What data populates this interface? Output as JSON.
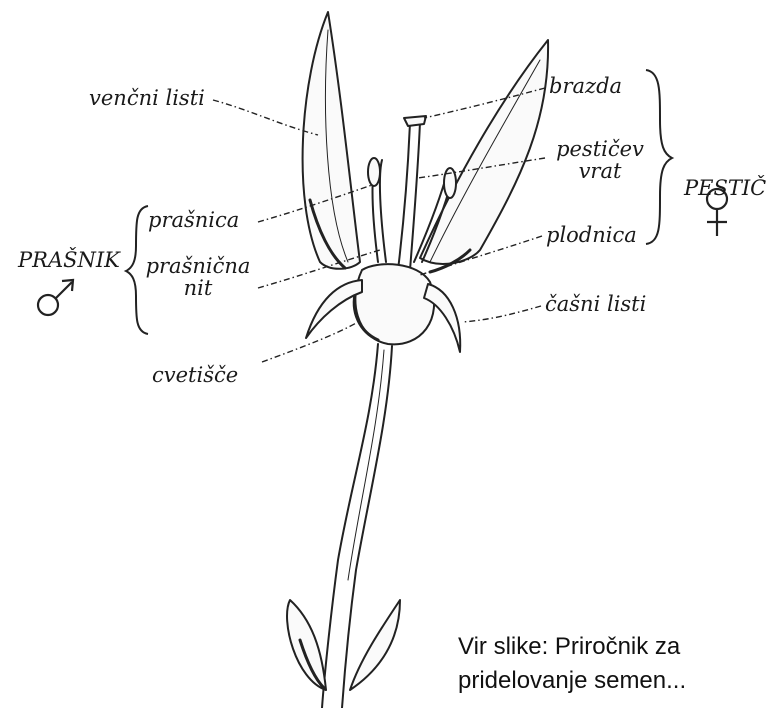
{
  "labels": {
    "petals": "venčni listi",
    "stigma": "brazda",
    "style_line1": "pestičev",
    "style_line2": "vrat",
    "pistil": "PESTIČ",
    "anther": "prašnica",
    "filament_line1": "prašnična",
    "filament_line2": "nit",
    "stamen": "PRAŠNIK",
    "ovary": "plodnica",
    "sepals": "čašni listi",
    "receptacle": "cvetišče"
  },
  "symbols": {
    "female": "female-symbol-icon",
    "male": "male-symbol-icon"
  },
  "source": {
    "line1": "Vir slike: Priročnik za",
    "line2": "pridelovanje semen..."
  }
}
